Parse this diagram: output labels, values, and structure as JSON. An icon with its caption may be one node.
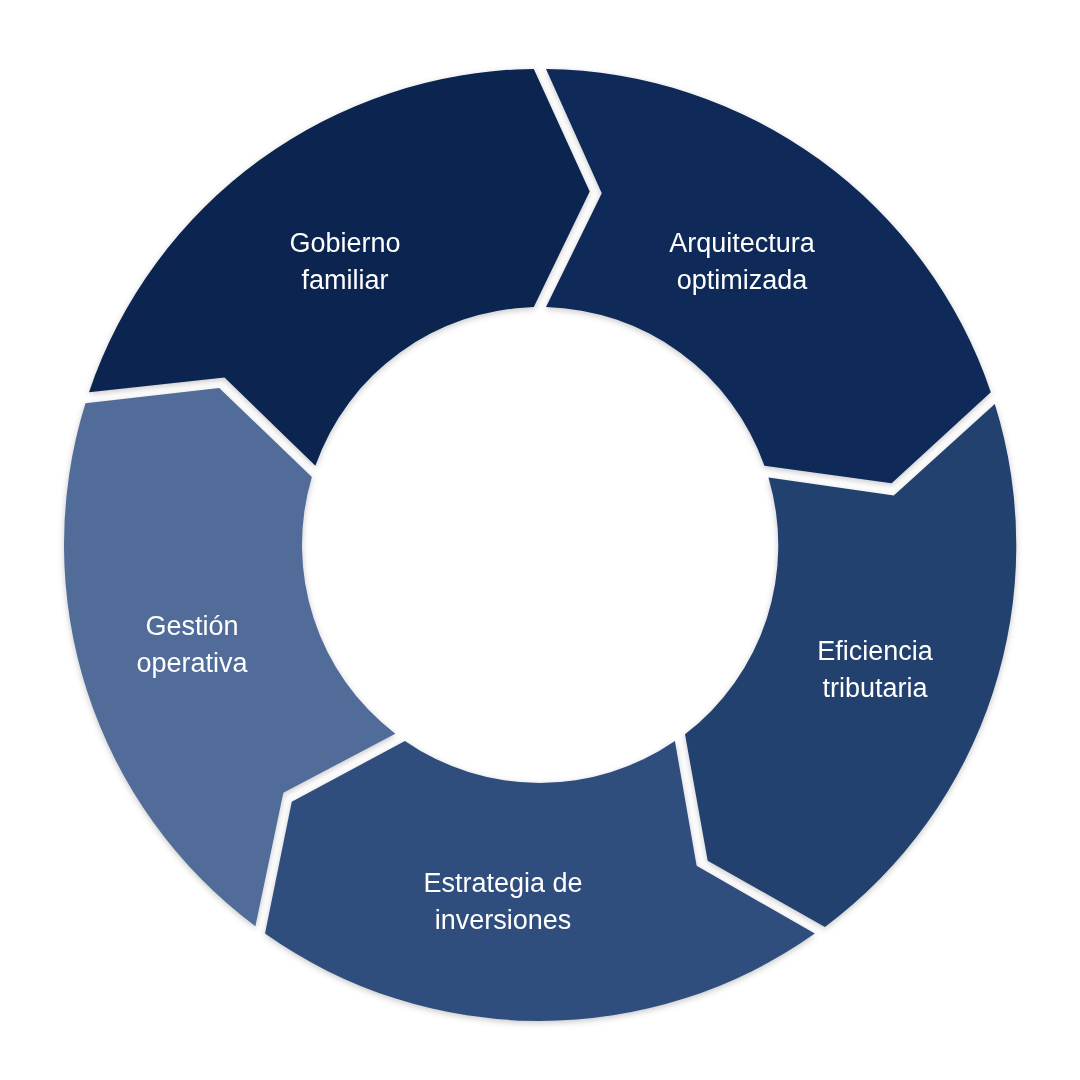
{
  "diagram": {
    "nodes": [
      {
        "text": [
          "Gobierno familiar"
        ]
      },
      {
        "text": [
          "Arquitectura optimizada"
        ]
      },
      {
        "text": [
          "Eficiencia tributaria"
        ]
      },
      {
        "text": [
          "Estrategia de inversiones"
        ]
      },
      {
        "text": [
          "Gestión operativa"
        ]
      }
    ]
  }
}
